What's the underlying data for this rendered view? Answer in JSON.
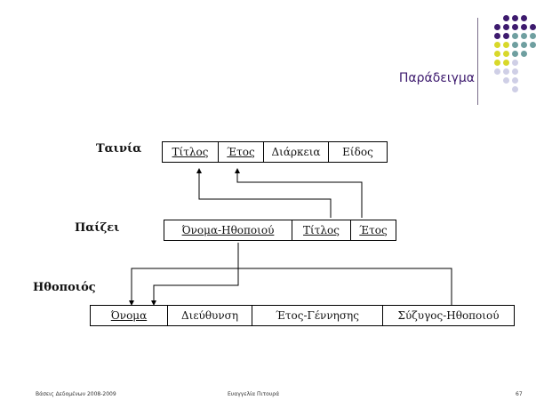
{
  "slide": {
    "title": "Παράδειγμα",
    "footer": {
      "left": "Βάσεις Δεδομένων 2008-2009",
      "center": "Ευαγγελία Πιτουρά",
      "page": "67"
    }
  },
  "relations": {
    "tainia": {
      "label": "Ταινία",
      "attributes": [
        {
          "name": "Τίτλος",
          "key": true
        },
        {
          "name": "Έτος",
          "key": true
        },
        {
          "name": "Διάρκεια",
          "key": false
        },
        {
          "name": "Είδος",
          "key": false
        }
      ]
    },
    "paizei": {
      "label": "Παίζει",
      "attributes": [
        {
          "name": "Όνομα-Ηθοποιού",
          "key": true
        },
        {
          "name": "Τίτλος",
          "key": true
        },
        {
          "name": "Έτος",
          "key": true
        }
      ]
    },
    "ithopoios": {
      "label": "Ηθοποιός",
      "attributes": [
        {
          "name": "Όνομα",
          "key": true
        },
        {
          "name": "Διεύθυνση",
          "key": false
        },
        {
          "name": "Έτος-Γέννησης",
          "key": false
        },
        {
          "name": "Σύζυγος-Ηθοποιού",
          "key": false
        }
      ]
    }
  },
  "colors": {
    "title": "#3d1a6e",
    "dot_purple": "#3d1a6e",
    "dot_teal": "#6f9fa0",
    "dot_yellow": "#d8d82a",
    "dot_lavender": "#cfcfe6"
  }
}
